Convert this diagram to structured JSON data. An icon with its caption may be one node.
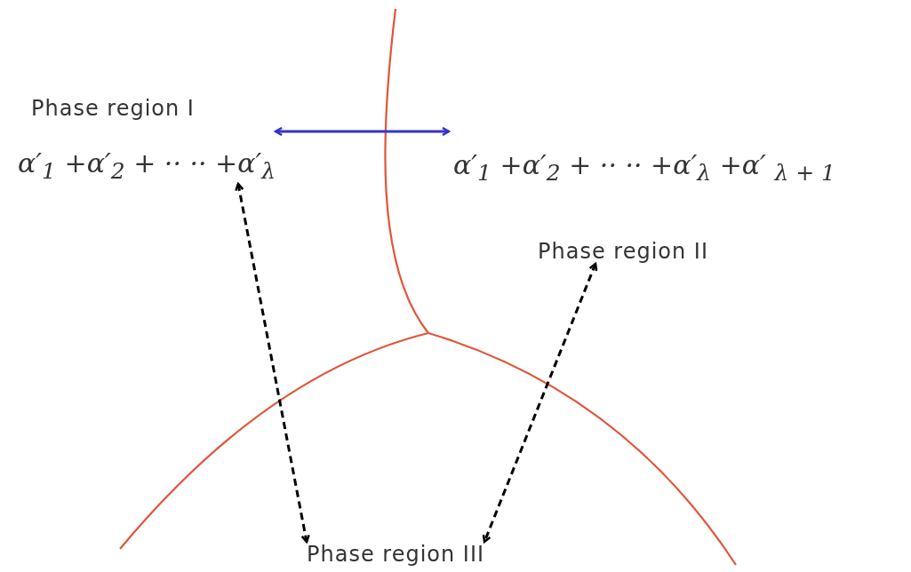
{
  "diagram": {
    "nodes": [
      {
        "text": [
          "Phase region I",
          "α′$_{1}$ +α′$_{2}$ + ·· ·· +α′$_{λ}$"
        ]
      },
      {
        "text": [
          "α′$_{1}$ +α′$_{2}$ + ·· ·· +α′$_{λ}$ +α′ $_{λ + 1}$",
          "Phase region II"
        ]
      },
      {
        "text": [
          "Phase region III"
        ]
      }
    ],
    "edges": [
      {
        "from": 0,
        "to": 1,
        "arrow": "both",
        "color": "#3333cc"
      },
      {
        "from": 0,
        "to": 2,
        "arrow": "both",
        "style": "dashed"
      },
      {
        "from": 1,
        "to": 2,
        "arrow": "both",
        "style": "dashed"
      }
    ]
  }
}
